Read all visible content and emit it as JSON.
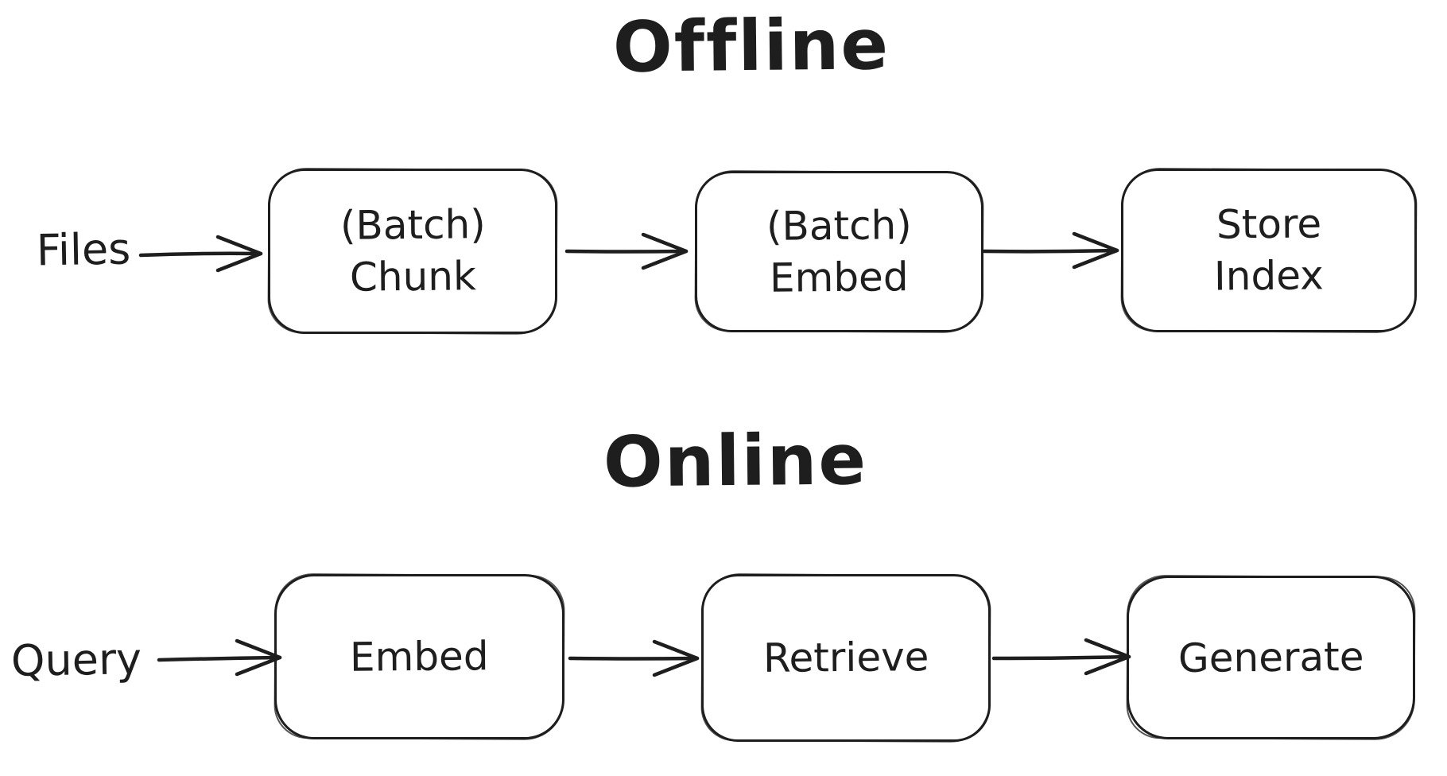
{
  "colors": {
    "ink": "#1e1e1e",
    "background": "#ffffff"
  },
  "offline": {
    "title": "Offline",
    "input_label": "Files",
    "nodes": [
      {
        "lines": [
          "(Batch)",
          "Chunk"
        ]
      },
      {
        "lines": [
          "(Batch)",
          "Embed"
        ]
      },
      {
        "lines": [
          "Store",
          "Index"
        ]
      }
    ],
    "edges": [
      {
        "from": "Files",
        "to": "(Batch) Chunk"
      },
      {
        "from": "(Batch) Chunk",
        "to": "(Batch) Embed"
      },
      {
        "from": "(Batch) Embed",
        "to": "Store Index"
      }
    ]
  },
  "online": {
    "title": "Online",
    "input_label": "Query",
    "nodes": [
      {
        "lines": [
          "Embed"
        ]
      },
      {
        "lines": [
          "Retrieve"
        ]
      },
      {
        "lines": [
          "Generate"
        ]
      }
    ],
    "edges": [
      {
        "from": "Query",
        "to": "Embed"
      },
      {
        "from": "Embed",
        "to": "Retrieve"
      },
      {
        "from": "Retrieve",
        "to": "Generate"
      }
    ]
  }
}
